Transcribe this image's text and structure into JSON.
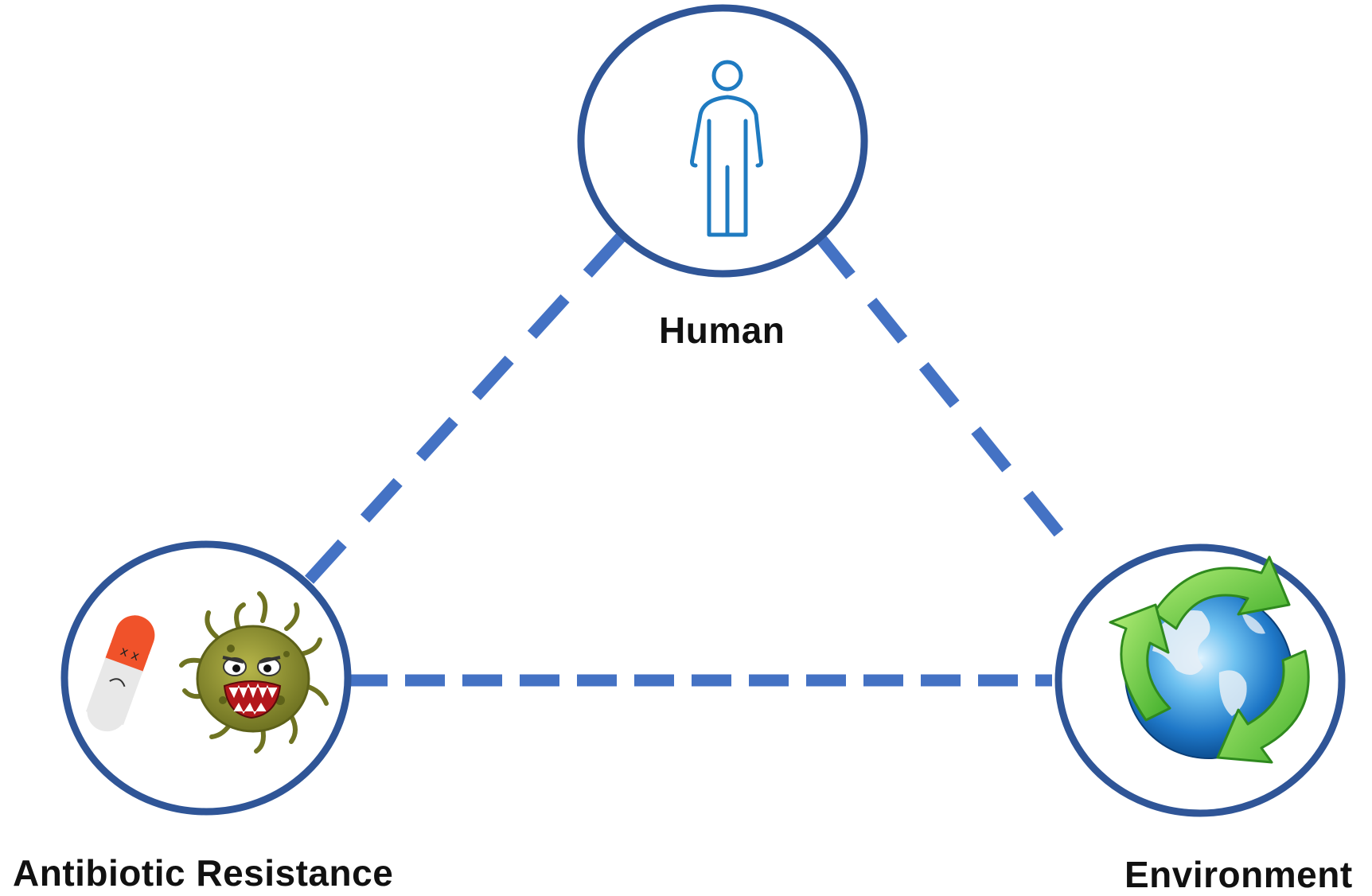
{
  "colors": {
    "circle_stroke": "#2f5597",
    "connector": "#4472c4",
    "human_icon": "#1f7bc1",
    "label_text": "#111111"
  },
  "nodes": {
    "human": {
      "label": "Human",
      "icon": "person-outline-icon"
    },
    "antibiotic_resistance": {
      "label": "Antibiotic Resistance",
      "icons": [
        "pill-capsule-icon",
        "germ-monster-icon"
      ]
    },
    "environment": {
      "label": "Environment",
      "icon": "recycle-earth-icon"
    }
  },
  "edges": [
    {
      "from": "human",
      "to": "antibiotic_resistance",
      "style": "dashed"
    },
    {
      "from": "human",
      "to": "environment",
      "style": "dashed"
    },
    {
      "from": "antibiotic_resistance",
      "to": "environment",
      "style": "dashed"
    }
  ]
}
